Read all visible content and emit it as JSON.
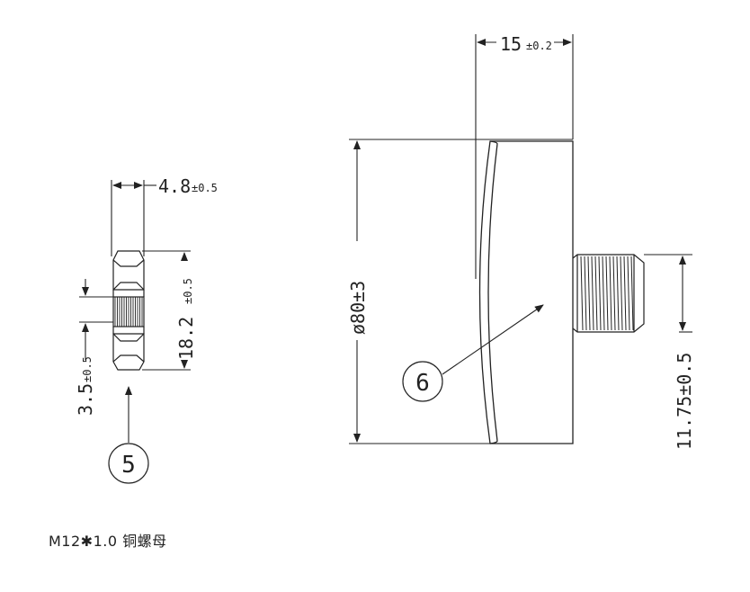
{
  "dimensions": {
    "width_15": "15",
    "width_15_tol": "±0.2",
    "diameter": "ø80±3",
    "thread_len": "11.75±0.5",
    "nut_width": "4.8",
    "nut_width_tol": "±0.5",
    "nut_height": "18.2",
    "nut_height_tol": "±0.5",
    "nut_knurl": "3.5",
    "nut_knurl_tol": "±0.5"
  },
  "callouts": {
    "part_5": "5",
    "part_6": "6"
  },
  "caption": "M12✱1.0 铜螺母",
  "colors": {
    "line": "#222222"
  }
}
